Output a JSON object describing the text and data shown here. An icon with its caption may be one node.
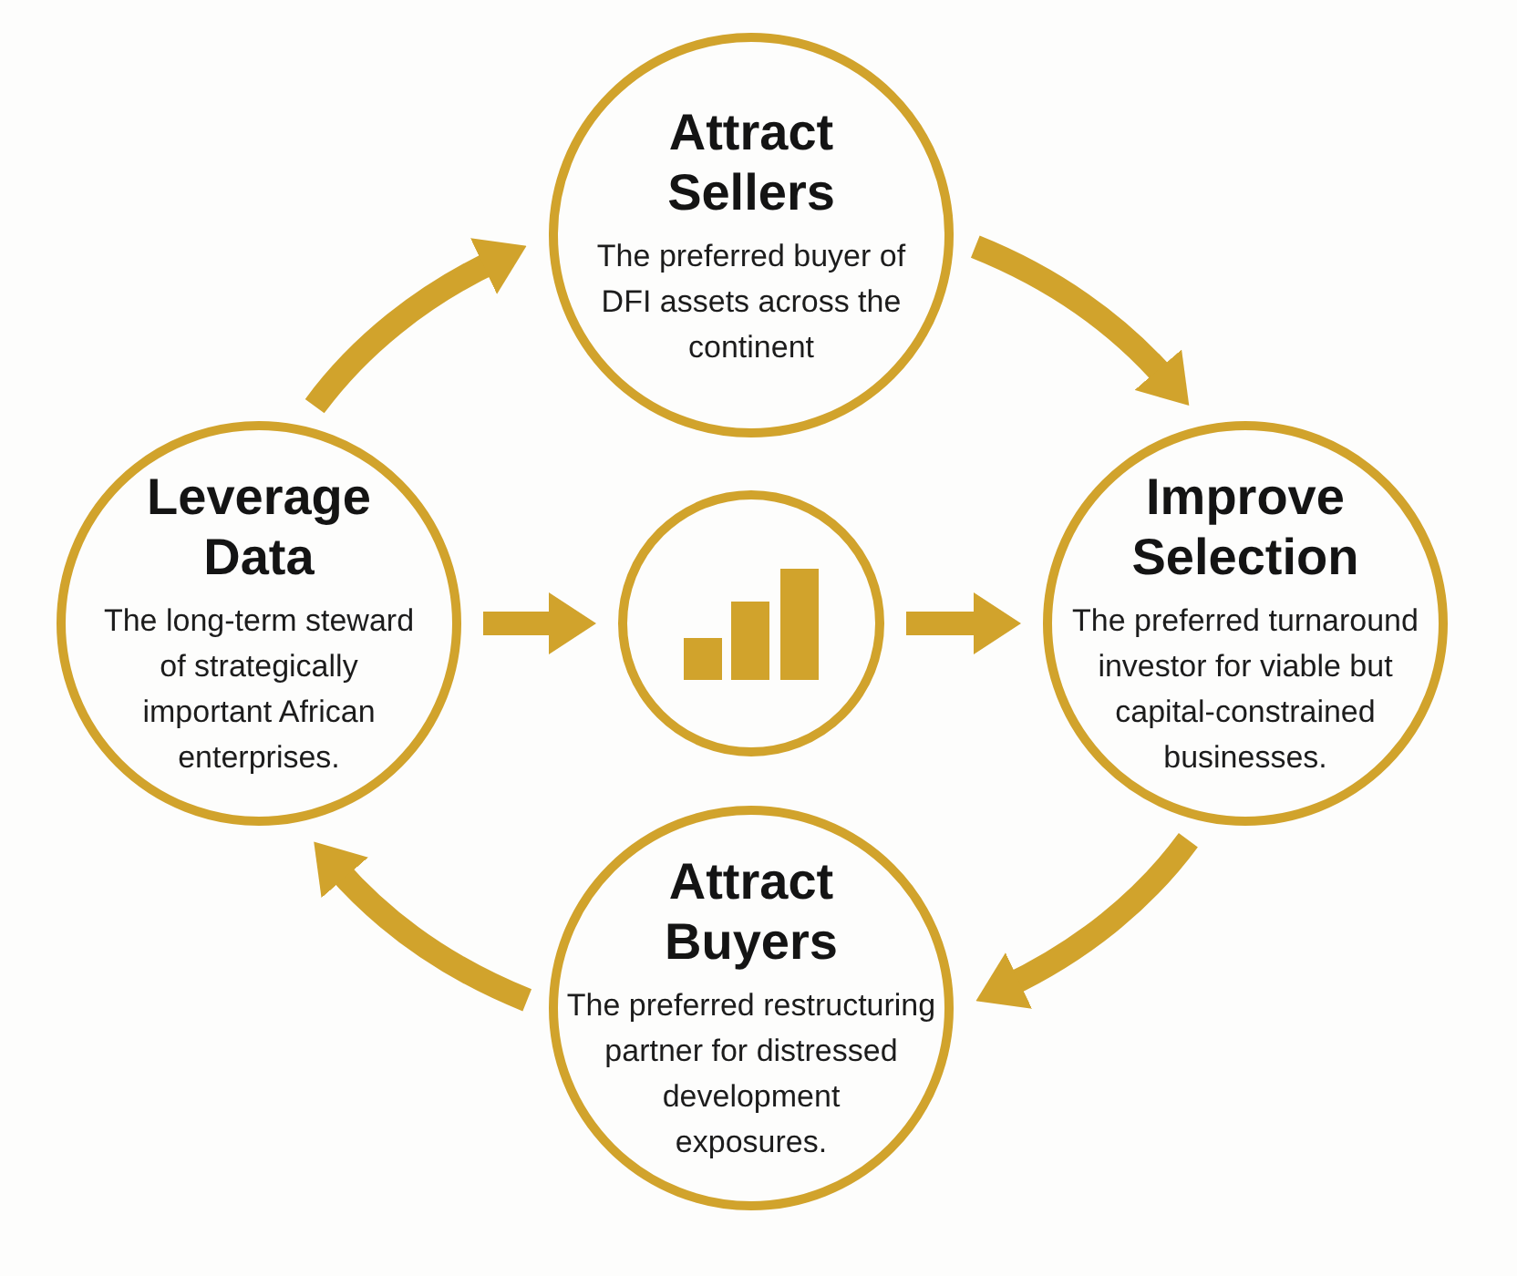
{
  "diagram": {
    "nodes": [
      {
        "text": [
          "Attract Sellers",
          "The preferred buyer of DFI assets across the continent"
        ]
      },
      {
        "text": [
          "Leverage Data",
          "The long-term steward of strategically important African enterprises."
        ]
      },
      {
        "text": [],
        "shape": "circle"
      },
      {
        "text": [
          "Improve Selection",
          "The preferred turnaround investor for viable but capital-constrained businesses."
        ]
      },
      {
        "text": [
          "Attract Buyers",
          "The preferred restructuring partner for distressed development exposures."
        ]
      }
    ],
    "edges": [
      {
        "from": 1,
        "to": 0,
        "arrow": "to"
      },
      {
        "from": 0,
        "to": 3,
        "arrow": "to"
      },
      {
        "from": 3,
        "to": 4,
        "arrow": "to"
      },
      {
        "from": 4,
        "to": 1,
        "arrow": "to"
      },
      {
        "from": 1,
        "to": 2,
        "arrow": "to"
      },
      {
        "from": 2,
        "to": 3,
        "arrow": "to"
      }
    ]
  }
}
